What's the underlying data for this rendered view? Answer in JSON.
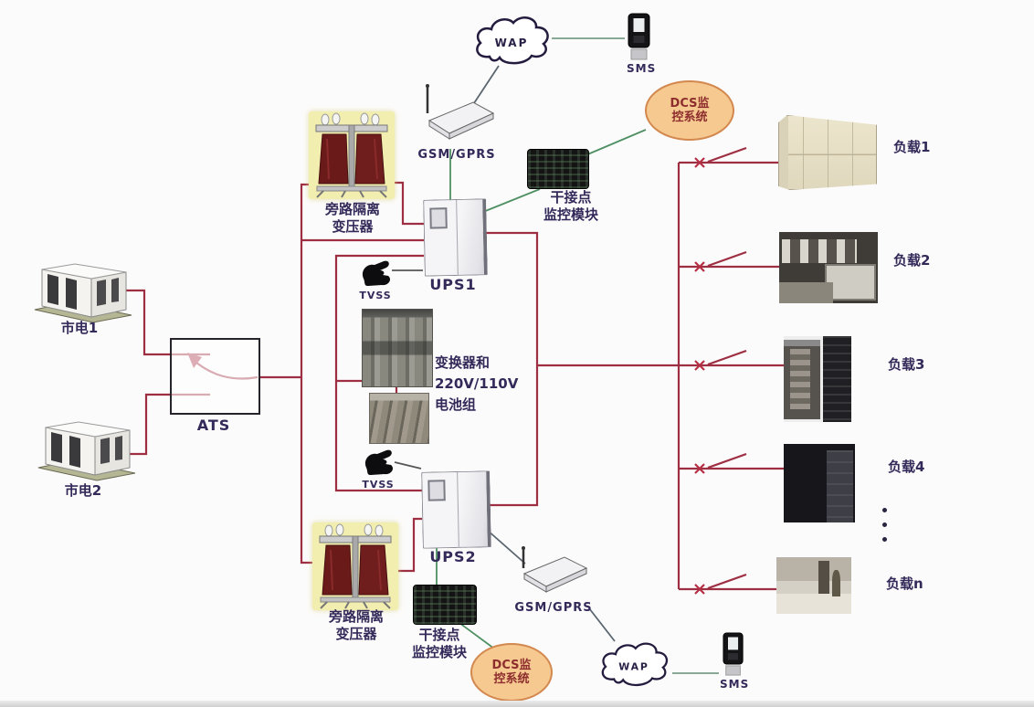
{
  "diagram_title": "UPS power and DCS monitoring system diagram",
  "colors": {
    "power_line": "#9e2f42",
    "switch_cross": "#b52e44",
    "monitor_line": "#4e8f63",
    "telecom_line": "#7a9c88",
    "device_link_line": "#5a6670",
    "tvss_link_line": "#555555",
    "dcs_badge_fill": "#f6c990",
    "dcs_badge_border": "#d2884e",
    "dcs_badge_text": "#8d2d2d",
    "transformer_bg": "#f2eeb0",
    "label_text": "#332a5a"
  },
  "labels": {
    "mains1": "市电1",
    "mains2": "市电2",
    "ats": "ATS",
    "transformer_l1": "旁路隔离",
    "transformer_l2": "变压器",
    "ups1": "UPS1",
    "ups2": "UPS2",
    "tvss": "TVSS",
    "battery_l1": "变换器和",
    "battery_l2": "220V/110V",
    "battery_l3": "电池组",
    "dry_l1": "干接点",
    "dry_l2": "监控模块",
    "gsm": "GSM/GPRS",
    "wap": "WAP",
    "sms": "SMS",
    "dcs_l1": "DCS监",
    "dcs_l2": "控系统",
    "loads": [
      "负载1",
      "负载2",
      "负载3",
      "负载4",
      "负载n"
    ],
    "ellipsis": "⋮"
  }
}
